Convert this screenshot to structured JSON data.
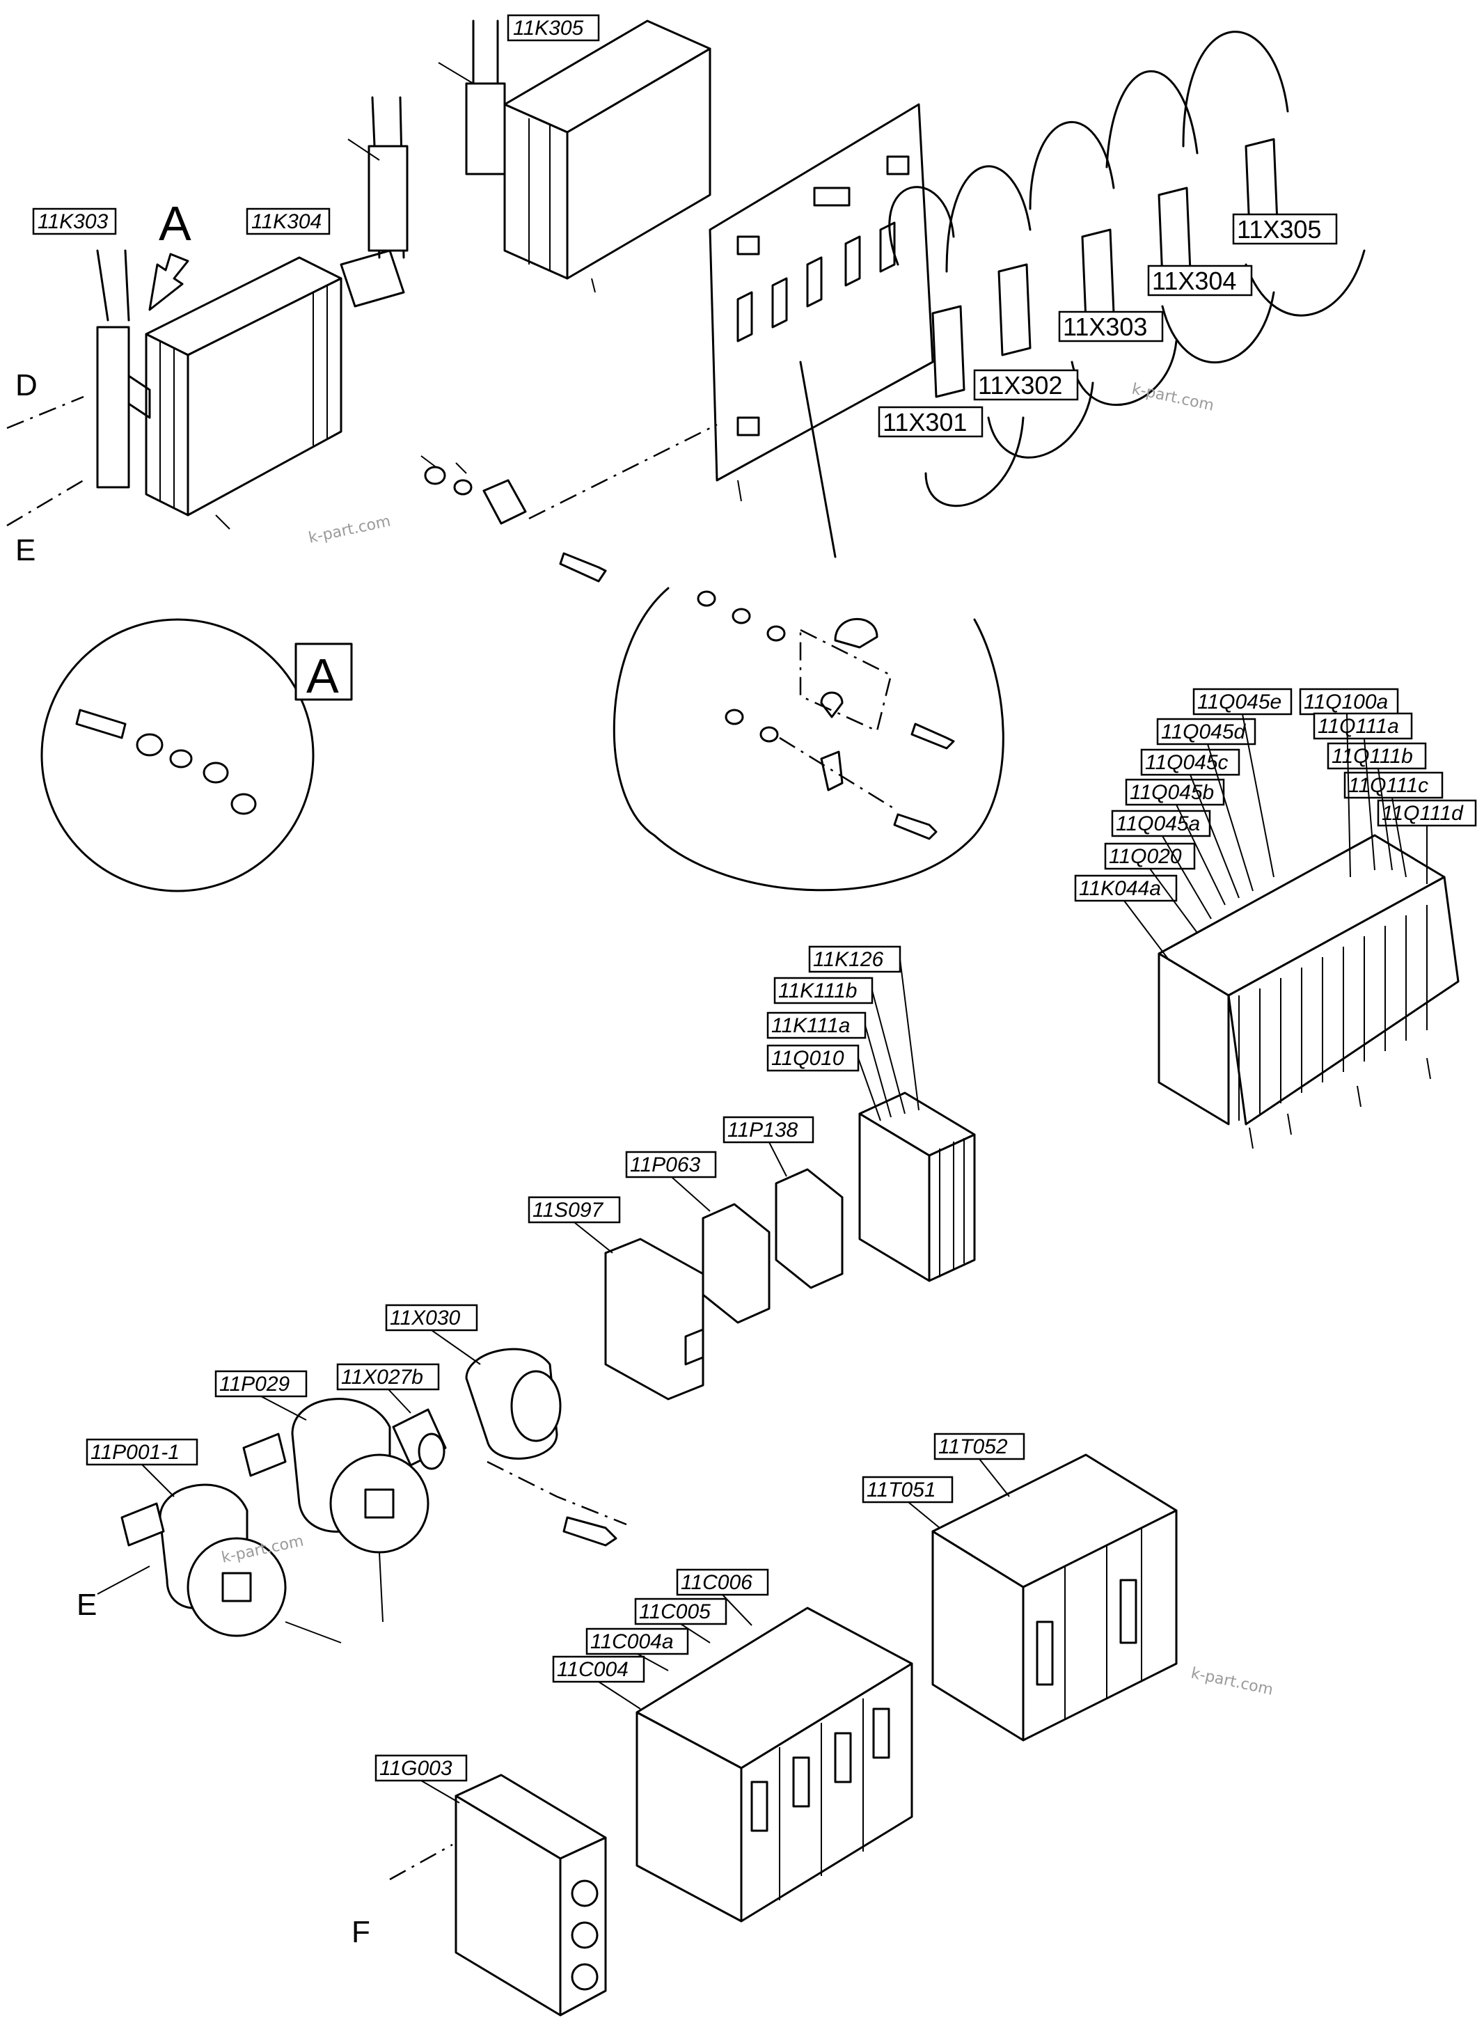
{
  "labels": {
    "k303": "11K303",
    "k304": "11K304",
    "k305": "11K305",
    "x301": "11X301",
    "x302": "11X302",
    "x303": "11X303",
    "x304": "11X304",
    "x305": "11X305",
    "q045e": "11Q045e",
    "q100a": "11Q100a",
    "q045d": "11Q045d",
    "q111a": "11Q111a",
    "q045c": "11Q045c",
    "q111b": "11Q111b",
    "q045b": "11Q045b",
    "q111c": "11Q111c",
    "q045a": "11Q045a",
    "q111d": "11Q111d",
    "q020": "11Q020",
    "k044a": "11K044a",
    "k126": "11K126",
    "k111b": "11K111b",
    "k111a": "11K111a",
    "q010": "11Q010",
    "p138": "11P138",
    "p063": "11P063",
    "s097": "11S097",
    "x030": "11X030",
    "x027b": "11X027b",
    "p029": "11P029",
    "p001": "11P001-1",
    "t052": "11T052",
    "t051": "11T051",
    "c006": "11C006",
    "c005": "11C005",
    "c004a": "11C004a",
    "c004": "11C004",
    "g003": "11G003"
  },
  "letters": {
    "view_arrow": "A",
    "detail_box": "A",
    "d": "D",
    "e_top": "E",
    "e_mid": "E",
    "f": "F"
  },
  "watermark": "k-part.com"
}
